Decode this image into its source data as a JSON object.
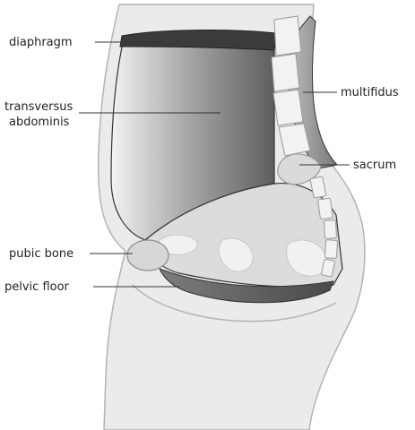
{
  "diagram": {
    "labels": {
      "diaphragm": "diaphragm",
      "transversus_line1": "transversus",
      "transversus_line2": "abdominis",
      "multifidus": "multifidus",
      "sacrum": "sacrum",
      "pubic_bone": "pubic bone",
      "pelvic_floor": "pelvic floor"
    },
    "colors": {
      "body_fill": "#e9e9e9",
      "body_outline": "#b5b5b5",
      "diaphragm": "#3d3d3d",
      "muscle_dark": "#6b6b6b",
      "muscle_light": "#d8d8d8",
      "pelvic_floor": "#5a5a5a",
      "bone": "#d9d9d9"
    }
  }
}
